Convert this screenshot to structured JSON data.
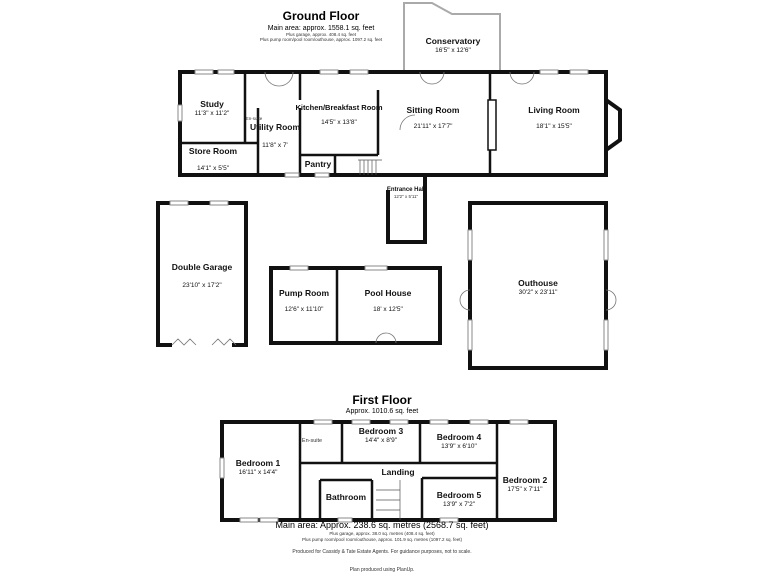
{
  "ground_floor": {
    "title": "Ground Floor",
    "main_area": "Main area: approx. 1558.1 sq. feet",
    "garage_note": "Plus garage, approx. 408.4 sq. feet",
    "pump_note": "Plus pump room/pool room/outhouse, approx. 1097.2 sq. feet",
    "rooms": [
      {
        "name": "Conservatory",
        "dims": "16'5\" x 12'6\""
      },
      {
        "name": "Study",
        "dims": "11'3\" x 11'2\""
      },
      {
        "name": "Utility Room",
        "dims": "11'8\" x 7'"
      },
      {
        "name": "Kitchen/Breakfast Room",
        "dims": "14'5\" x 13'8\""
      },
      {
        "name": "Sitting Room",
        "dims": "21'11\" x 17'7\""
      },
      {
        "name": "Living Room",
        "dims": "18'1\" x 15'5\""
      },
      {
        "name": "Store Room",
        "dims": "14'1\" x 5'5\""
      },
      {
        "name": "Pantry",
        "dims": ""
      },
      {
        "name": "Entrance Hall",
        "dims": "12'2\" x 5'11\""
      },
      {
        "name": "Double Garage",
        "dims": "23'10\" x 17'2\""
      },
      {
        "name": "Pump Room",
        "dims": "12'6\" x 11'10\""
      },
      {
        "name": "Pool House",
        "dims": "18' x 12'5\""
      },
      {
        "name": "Outhouse",
        "dims": "30'2\" x 23'11\""
      }
    ],
    "en_suite_small": "En-suite"
  },
  "first_floor": {
    "title": "First Floor",
    "area": "Approx. 1010.6 sq. feet",
    "rooms": [
      {
        "name": "Bedroom 1",
        "dims": "16'11\" x 14'4\""
      },
      {
        "name": "En-suite",
        "dims": ""
      },
      {
        "name": "Bedroom 3",
        "dims": "14'4\" x 8'9\""
      },
      {
        "name": "Bedroom 4",
        "dims": "13'9\" x 6'10\""
      },
      {
        "name": "Bedroom 2",
        "dims": "17'5\" x 7'11\""
      },
      {
        "name": "Landing",
        "dims": ""
      },
      {
        "name": "Bathroom",
        "dims": ""
      },
      {
        "name": "Bedroom 5",
        "dims": "13'9\" x 7'2\""
      }
    ]
  },
  "footer": {
    "main_area": "Main area: Approx. 238.6 sq. metres (2568.7 sq. feet)",
    "garage": "Plus garage, approx. 38.0 sq. metres (408.4 sq. feet)",
    "pump": "Plus pump room/pool room/outhouse, approx. 101.9 sq. metres (1097.2 sq. feet)",
    "produced_for": "Produced for Cassidy & Tate Estate Agents. For guidance purposes, not to scale.",
    "produced_using": "Plan produced using PlanUp."
  }
}
